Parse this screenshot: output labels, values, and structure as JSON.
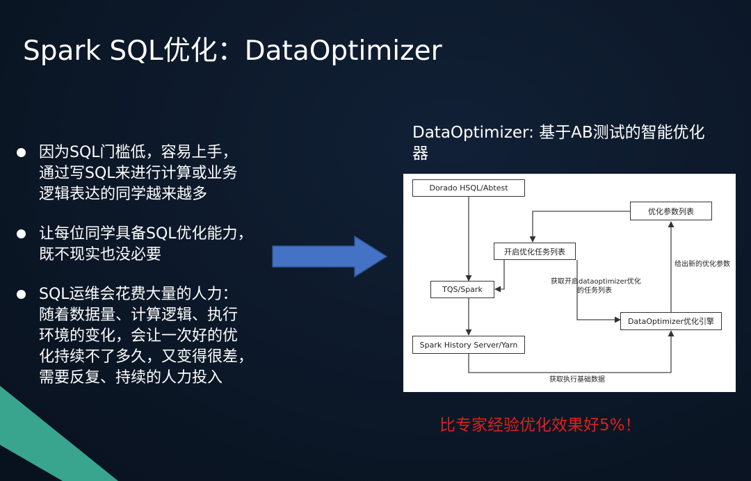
{
  "title": "Spark SQL优化：DataOptimizer",
  "bullets": [
    {
      "lines": [
        "因为SQL门槛低，容易上手，",
        "通过写SQL来进行计算或业务",
        "逻辑表达的同学越来越多"
      ]
    },
    {
      "lines": [
        "让每位同学具备SQL优化能力，",
        "既不现实也没必要"
      ]
    },
    {
      "lines": [
        "SQL运维会花费大量的人力：",
        "随着数据量、计算逻辑、执行",
        "环境的变化，会让一次好的优",
        "化持续不了多久，又变得很差，",
        "需要反复、持续的人力投入"
      ]
    }
  ],
  "diagram_caption": {
    "line1": "DataOptimizer: 基于AB测试的智能优化",
    "line2": "器"
  },
  "diagram": {
    "nodes": {
      "dorado": "Dorado HSQL/Abtest",
      "params_list": "优化参数列表",
      "enable_tasks": "开启优化任务列表",
      "tqs_spark": "TQS/Spark",
      "engine": "DataOptimizer优化引擎",
      "history": "Spark History Server/Yarn"
    },
    "edge_labels": {
      "fetch_tasks_1": "获取开启dataoptimizer优化",
      "fetch_tasks_2": "的任务列表",
      "give_params": "给出新的优化参数",
      "fetch_base": "获取执行基础数据"
    }
  },
  "highlight": "比专家经验优化效果好5%！",
  "colors": {
    "background": "#0c1828",
    "arrow": "#4472c4",
    "highlight": "#e0201c",
    "corner_stripe": "#3aa58e"
  }
}
